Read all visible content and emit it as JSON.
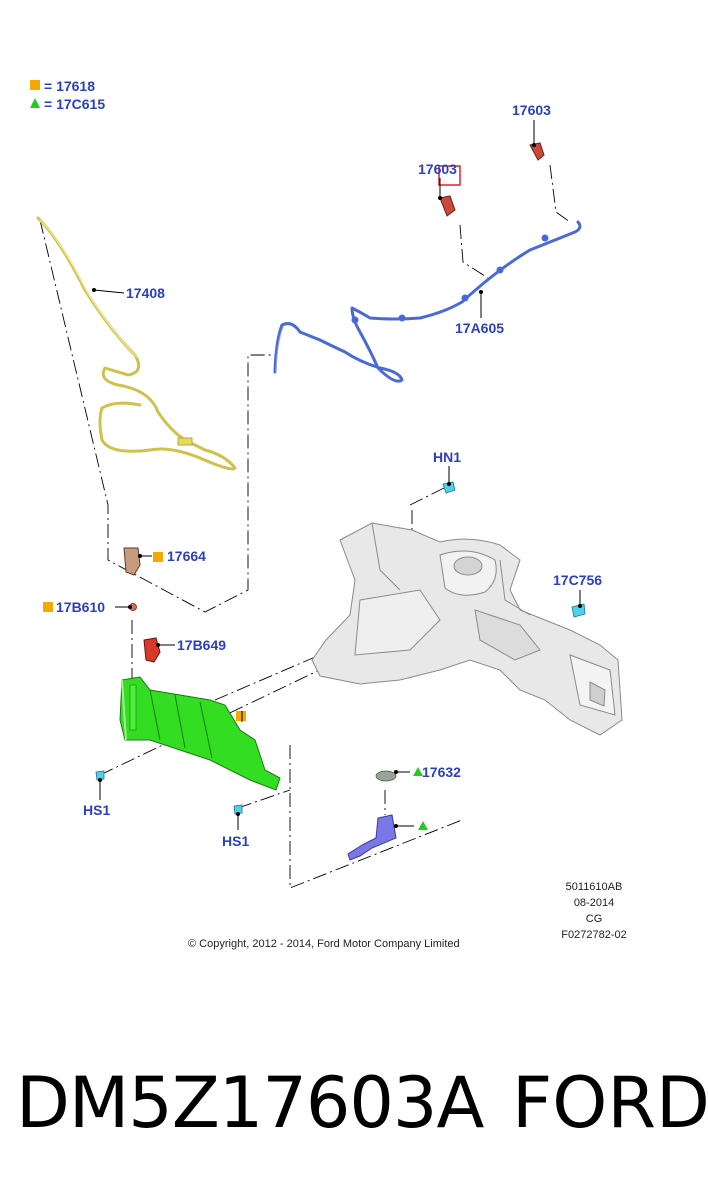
{
  "legend": {
    "square_label": "= 17618",
    "triangle_label": "= 17C615",
    "square_color": "#f5a800",
    "triangle_color": "#22cc22"
  },
  "callouts": {
    "c17603_top": "17603",
    "c17603_mid": "17603",
    "c17408": "17408",
    "c17A605": "17A605",
    "cHN1": "HN1",
    "c17664": "17664",
    "c17B610": "17B610",
    "c17C756": "17C756",
    "c17B649": "17B649",
    "c17632": "17632",
    "cHS1_left": "HS1",
    "cHS1_right": "HS1"
  },
  "info_block": {
    "line1": "5011610AB",
    "line2": "08-2014",
    "line3": "CG",
    "line4": "F0272782-02"
  },
  "copyright": "© Copyright, 2012 - 2014, Ford Motor Company Limited",
  "footer": {
    "part_number": "DM5Z17603A",
    "brand": "FORD"
  },
  "colors": {
    "callout_text": "#2b3fc4",
    "hose_yellow": "#e8dc6a",
    "hose_blue": "#4a6ad8",
    "reservoir_green": "#33dd22",
    "bracket_purple": "#7a78e6",
    "nozzle_red": "#c84a3a",
    "highlight_box": "#e0202a"
  }
}
